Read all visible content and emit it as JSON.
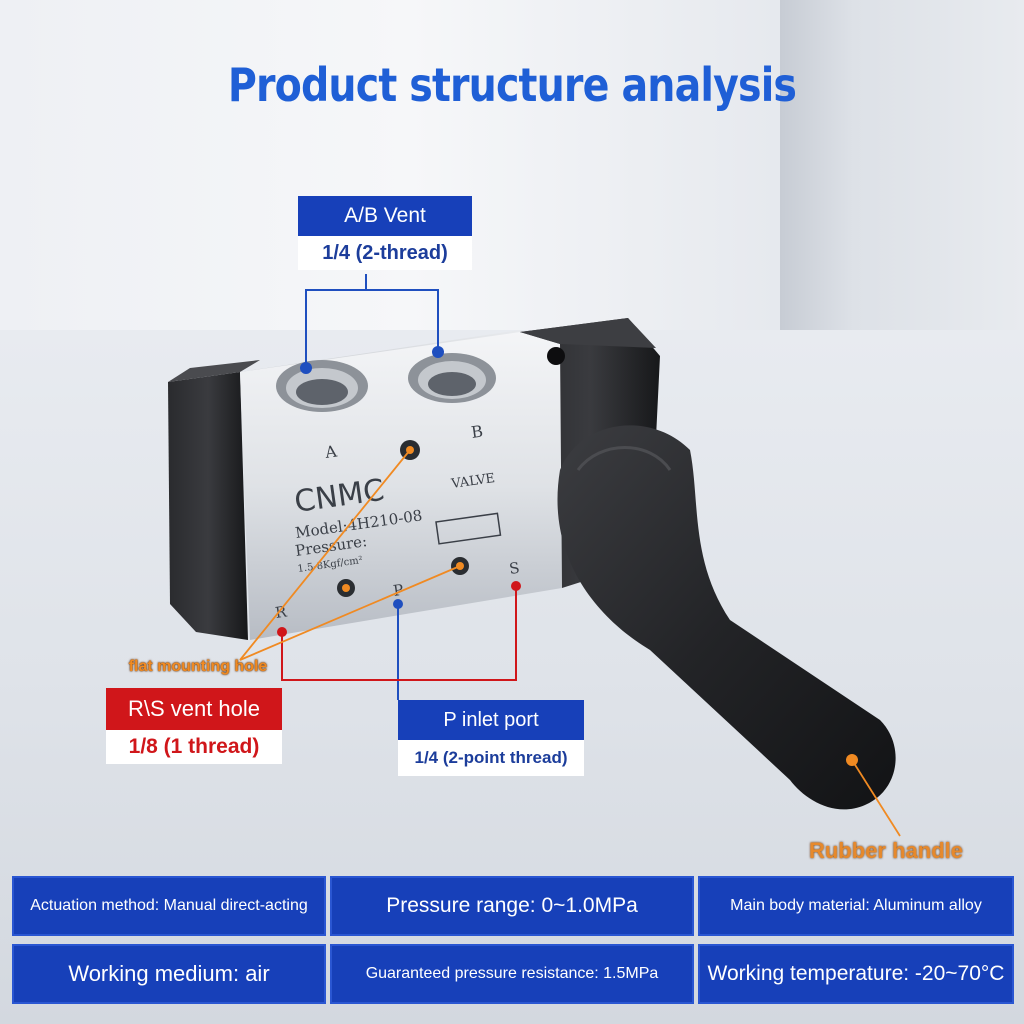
{
  "title": "Product structure analysis",
  "callouts": {
    "ab_vent": {
      "label": "A/B Vent",
      "thread": "1/4 (2-thread)"
    },
    "p_inlet": {
      "label": "P inlet port",
      "thread": "1/4 (2-point thread)"
    },
    "rs_vent": {
      "label": "R\\S vent hole",
      "thread": "1/8 (1 thread)"
    },
    "flat_mounting": "flat mounting hole",
    "rubber_handle": "Rubber handle"
  },
  "valve_markings": {
    "brand": "CNMC",
    "model": "Model:4H210-08",
    "pressure_label": "Pressure:",
    "pressure_value": "1.5-8Kgf/cm²",
    "valve_text": "VALVE",
    "port_a": "A",
    "port_b": "B",
    "port_r": "R",
    "port_p": "P",
    "port_s": "S"
  },
  "specs": {
    "row1": [
      "Actuation method: Manual direct-acting",
      "Pressure range: 0~1.0MPa",
      "Main body material: Aluminum alloy"
    ],
    "row2": [
      "Working medium: air",
      "Guaranteed pressure resistance: 1.5MPa",
      "Working temperature: -20~70°C"
    ]
  },
  "colors": {
    "title_blue": "#1f5fd6",
    "box_blue": "#1740b9",
    "box_red": "#d0161a",
    "orange": "#f08a22"
  }
}
